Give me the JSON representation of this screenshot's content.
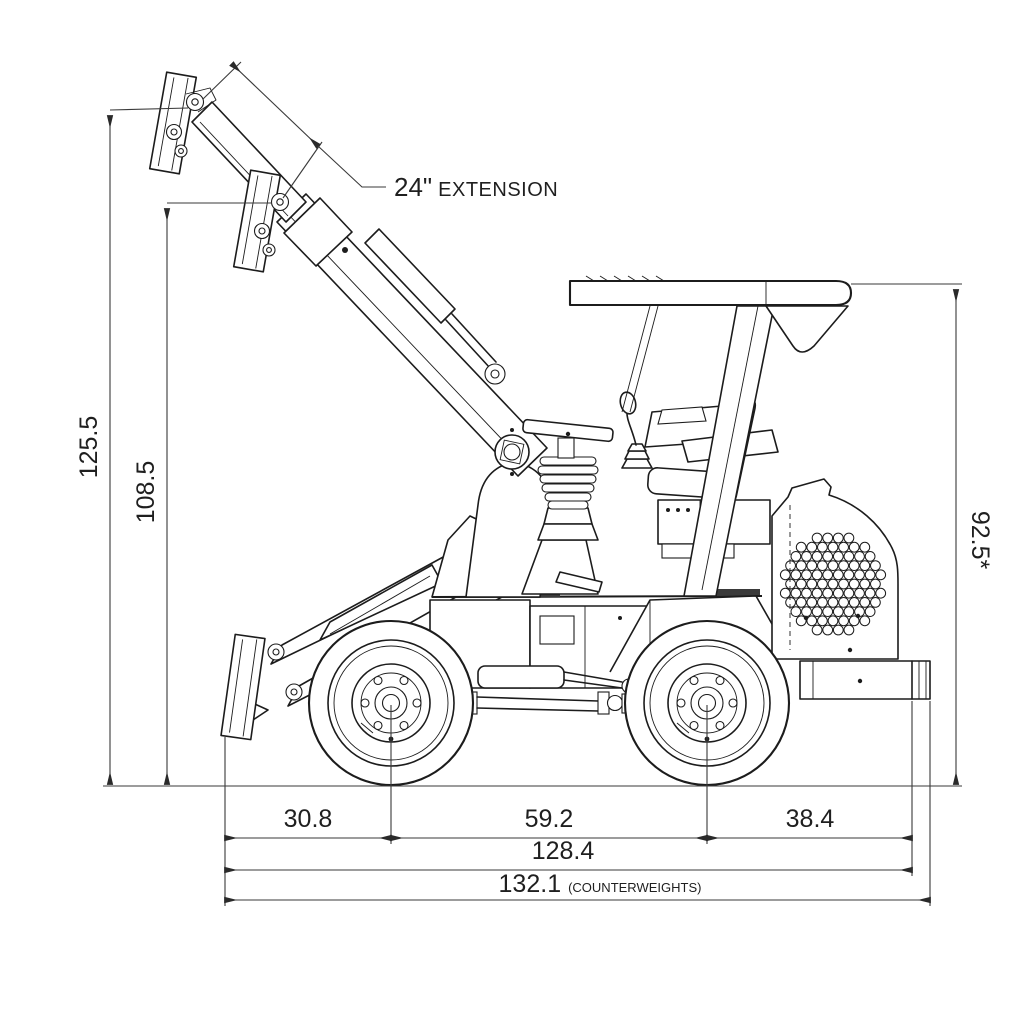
{
  "colors": {
    "ink": "#1c1c1c",
    "dim_line": "#3a3a3a",
    "background": "#ffffff"
  },
  "labels": {
    "extension_value": "24\"",
    "extension_text": "EXTENSION",
    "overall_height": "125.5",
    "hinge_pin_height": "108.5",
    "canopy_height": "92.5*",
    "front_axle_offset": "30.8",
    "wheelbase": "59.2",
    "rear_overhang": "38.4",
    "overall_length": "128.4",
    "overall_length_with_counterweights": "132.1",
    "counterweights_note": "(COUNTERWEIGHTS)"
  }
}
